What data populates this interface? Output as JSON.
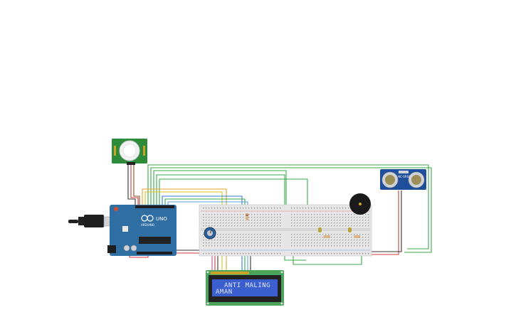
{
  "lcd": {
    "line1": "ANTI MALING",
    "line2": "AMAN"
  },
  "board": {
    "brand": "UNO",
    "logo_text": "ARDUINO"
  },
  "sensor": {
    "ultrasonic_label": "HC-SR04"
  },
  "colors": {
    "board_blue": "#2f6fa3",
    "wire_green": "#3aa84a",
    "wire_red": "#d23a3a",
    "wire_black": "#333333",
    "wire_orange": "#e0a22a",
    "wire_yellow": "#d8c21e",
    "wire_blue": "#2f7fd0",
    "lcd_screen": "#3b5fcf",
    "lcd_pcb": "#4aa55a",
    "breadboard": "#e6e6e6",
    "pir_pcb": "#2e8b3a"
  }
}
